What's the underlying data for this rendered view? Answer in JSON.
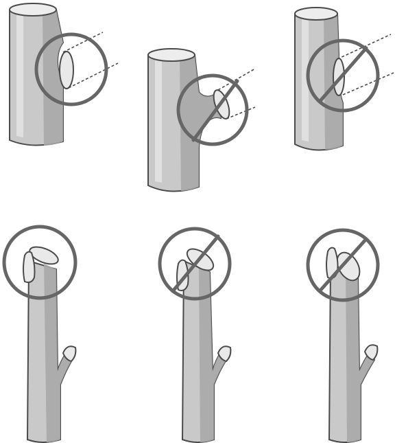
{
  "figures": [
    {
      "kind": "trunk-cut",
      "verdict": "correct",
      "ring_color": "#666666"
    },
    {
      "kind": "trunk-cut",
      "verdict": "wrong",
      "ring_color": "#666666"
    },
    {
      "kind": "trunk-cut",
      "verdict": "wrong",
      "ring_color": "#666666"
    },
    {
      "kind": "bud-cut",
      "verdict": "correct",
      "ring_color": "#666666"
    },
    {
      "kind": "bud-cut",
      "verdict": "wrong",
      "ring_color": "#666666"
    },
    {
      "kind": "bud-cut",
      "verdict": "wrong",
      "ring_color": "#666666"
    }
  ],
  "colors": {
    "wood": "#c9c9c9",
    "wood_shadow": "#a9a9a9",
    "outline": "#4a4a4a",
    "marker": "#666666"
  }
}
